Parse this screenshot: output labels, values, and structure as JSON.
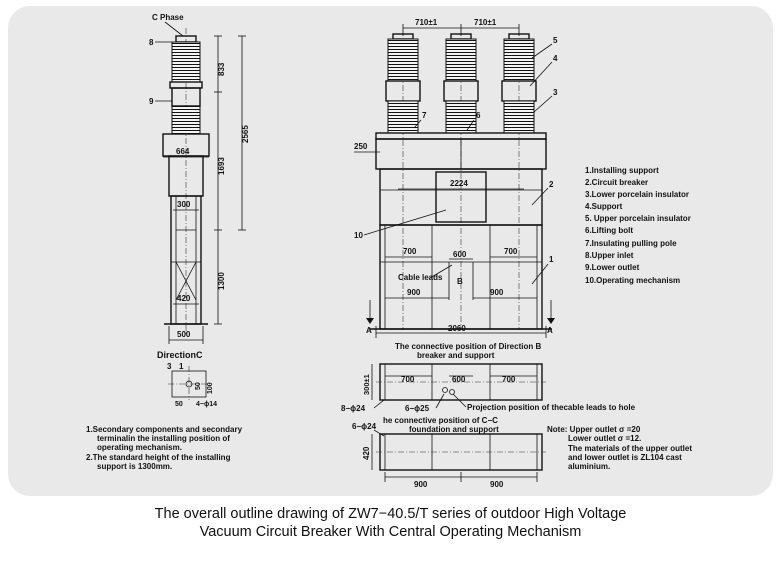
{
  "left_view": {
    "phase_label": "C Phase",
    "dims": [
      "833",
      "2565",
      "1693",
      "1300",
      "664",
      "300",
      "420",
      "500"
    ],
    "callouts": [
      "8",
      "9"
    ]
  },
  "direction_c": {
    "title": "DirectionC",
    "dims": [
      "3",
      "1",
      "50",
      "100",
      "50",
      "4−ϕ14"
    ]
  },
  "notes_left": [
    "1.Secondary components and secondary",
    "terminalin the installing position of",
    "operating mechanism.",
    "2.The standard height of the installing",
    "support is 1300mm."
  ],
  "front_view": {
    "spacing": [
      "710±1",
      "710±1"
    ],
    "callouts": [
      "5",
      "4",
      "3",
      "7",
      "6",
      "2",
      "10",
      "1"
    ],
    "dims": [
      "250",
      "2224",
      "700",
      "600",
      "700",
      "900",
      "900",
      "2060"
    ],
    "cable_leads": "Cable leads",
    "b_label": "B",
    "section_a_left": "A",
    "section_a_right": "A"
  },
  "legend": [
    "1.Installing support",
    "2.Circuit breaker",
    "3.Lower porcelain insulator",
    "4.Support",
    "5. Upper porcelain insulator",
    "6.Lifting bolt",
    "7.Insulating pulling pole",
    "8.Upper inlet",
    "9.Lower outlet",
    "10.Operating mechanism"
  ],
  "plan_b": {
    "title_line1": "The connective position of Direction B",
    "title_line2": "breaker and support",
    "dims": [
      "300±1",
      "700",
      "600",
      "700",
      "8−ϕ24",
      "6−ϕ25"
    ],
    "projection_note": "Projection position of thecable leads to hole"
  },
  "plan_c": {
    "title_line1": "he connective position of C−C",
    "title_line2": "foundation and support",
    "dims": [
      "6−ϕ24",
      "420",
      "900",
      "900"
    ]
  },
  "note_right": [
    "Note: Upper outlet σ =20",
    "Lower outlet σ =12.",
    "The materials of the upper outlet",
    "and lower outlet is ZL104 cast",
    "aluminium."
  ],
  "caption": {
    "line1": "The overall outline drawing of ZW7−40.5/T series of outdoor High Voltage",
    "line2": "Vacuum Circuit Breaker With Central Operating Mechanism"
  },
  "colors": {
    "panel": "#e9e9e9",
    "ink": "#111111"
  }
}
